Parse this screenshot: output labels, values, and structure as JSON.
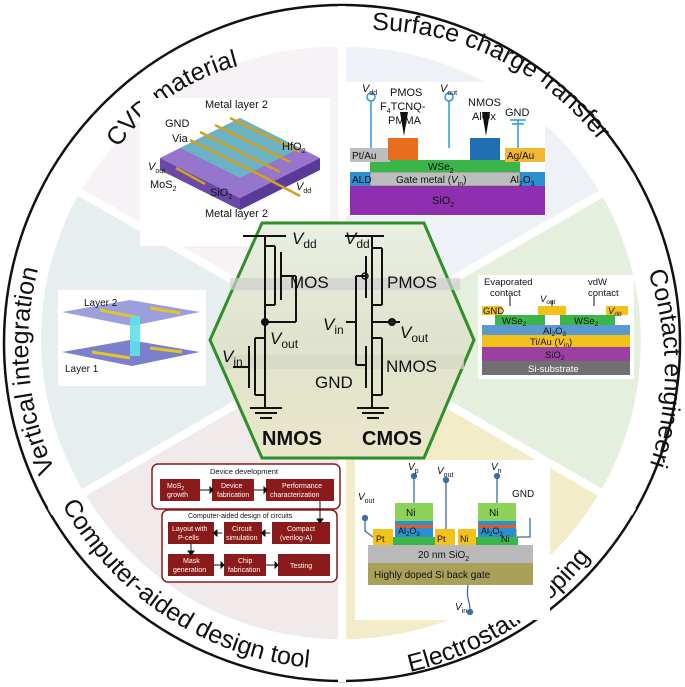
{
  "sectors": {
    "cvd": "CVD material",
    "surface": "Surface charge transfer",
    "contact": "Contact engineering",
    "doping": "Electrostatic doping",
    "cad": "Computer-aided design tool",
    "vertical": "Vertical integration"
  },
  "center": {
    "nmos_title": "NMOS",
    "cmos_title": "CMOS",
    "vdd": "V",
    "vdd_sub": "dd",
    "vout": "V",
    "vout_sub": "out",
    "vin": "V",
    "vin_sub": "in",
    "mos": "MOS",
    "pmos": "PMOS",
    "nmos": "NMOS",
    "gnd": "GND"
  },
  "cvd_panel": {
    "metal_layer_top": "Metal layer 2",
    "gnd": "GND",
    "via": "Via",
    "hfo2": "HfO",
    "hfo2_sub": "2",
    "vout": "V",
    "vout_sub": "out",
    "mos2": "MoS",
    "mos2_sub": "2",
    "sio2": "SiO",
    "sio2_sub": "2",
    "vdd": "V",
    "vdd_sub": "dd",
    "metal_layer_bottom": "Metal  layer 2"
  },
  "surface_panel": {
    "vdd": "V",
    "vdd_sub": "dd",
    "pmos": "PMOS",
    "f4tcnq_a": "F",
    "f4tcnq_sub": "4",
    "f4tcnq_b": "TCNQ-",
    "pmma": "PMMA",
    "vout": "V",
    "vout_sub": "out",
    "nmos": "NMOS",
    "alox": "AlOx",
    "gnd": "GND",
    "ptau": "Pt/Au",
    "wse2": "WSe",
    "wse2_sub": "2",
    "agau": "Ag/Au",
    "ald": "ALD",
    "gate_metal": "Gate metal (",
    "gate_vin": "V",
    "gate_vin_sub": "in",
    "gate_close": ")",
    "al2o3_a": "Al",
    "al2o3_s1": "2",
    "al2o3_b": "O",
    "al2o3_s2": "3",
    "sio2": "SiO",
    "sio2_sub": "2"
  },
  "contact_panel": {
    "evaporated_1": "Evaporated",
    "evaporated_2": "contact",
    "vdw_1": "vdW",
    "vdw_2": "contact",
    "gnd": "GND",
    "vout": "V",
    "vout_sub": "out",
    "vdd": "V",
    "vdd_sub": "dd",
    "wse2": "WSe",
    "wse2_sub": "2",
    "al2o3_a": "Al",
    "al2o3_s1": "2",
    "al2o3_b": "O",
    "al2o3_s2": "3",
    "tiau": "Ti/Au (",
    "tiau_v": "V",
    "tiau_sub": "in",
    "tiau_close": ")",
    "sio2": "SiO",
    "sio2_sub": "2",
    "si": "Si-substrate"
  },
  "doping_panel": {
    "vp": "V",
    "vp_sub": "p",
    "vout_top": "V",
    "vout_top_sub": "out",
    "vn": "V",
    "vn_sub": "n",
    "vout_left": "V",
    "vout_left_sub": "out",
    "gnd": "GND",
    "ni": "Ni",
    "al2o3_a": "Al",
    "al2o3_s1": "2",
    "al2o3_b": "O",
    "al2o3_s2": "3",
    "pt": "Pt",
    "sio2": "20 nm SiO",
    "sio2_sub": "2",
    "si": "Highly doped Si back  gate",
    "vin": "V",
    "vin_sub": "in"
  },
  "cad_panel": {
    "device_dev": "Device development",
    "mos2_a": "MoS",
    "mos2_sub": "2",
    "growth": "growth",
    "device_1": "Device",
    "device_2": "fabrication",
    "perf_1": "Performance",
    "perf_2": "characterization",
    "cad_title": "Computer-aided design of circuits",
    "layout_1": "Layout with",
    "layout_2": "P-cells",
    "circuit_1": "Circuit",
    "circuit_2": "simulation",
    "compact_1": "Compact",
    "compact_2": "(verilog-A)",
    "mask_1": "Mask",
    "mask_2": "generation",
    "chip_1": "Chip",
    "chip_2": "fabrication",
    "testing": "Testing"
  },
  "vertical_panel": {
    "layer2": "Layer 2",
    "layer1": "Layer 1"
  }
}
